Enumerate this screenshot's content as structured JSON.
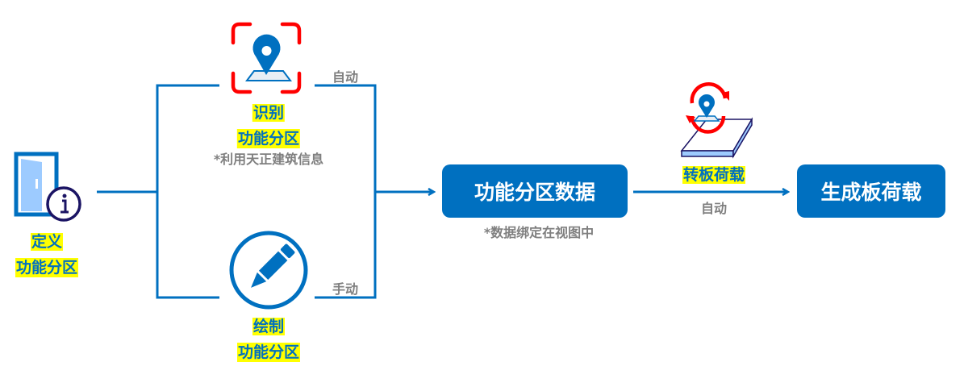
{
  "define": {
    "line1": "定义",
    "line2": "功能分区"
  },
  "identify": {
    "line1": "识别",
    "line2": "功能分区",
    "note": "*利用天正建筑信息",
    "mode": "自动"
  },
  "draw": {
    "line1": "绘制",
    "line2": "功能分区",
    "mode": "手动"
  },
  "zone_data": {
    "label": "功能分区数据",
    "note": "*数据绑定在视图中"
  },
  "transfer": {
    "label": "转板荷载",
    "mode": "自动"
  },
  "generate": {
    "label": "生成板荷载"
  },
  "colors": {
    "primary": "#0070C0",
    "highlight": "#FFFF00",
    "red": "#FF0000",
    "note": "#7F7F7F"
  }
}
